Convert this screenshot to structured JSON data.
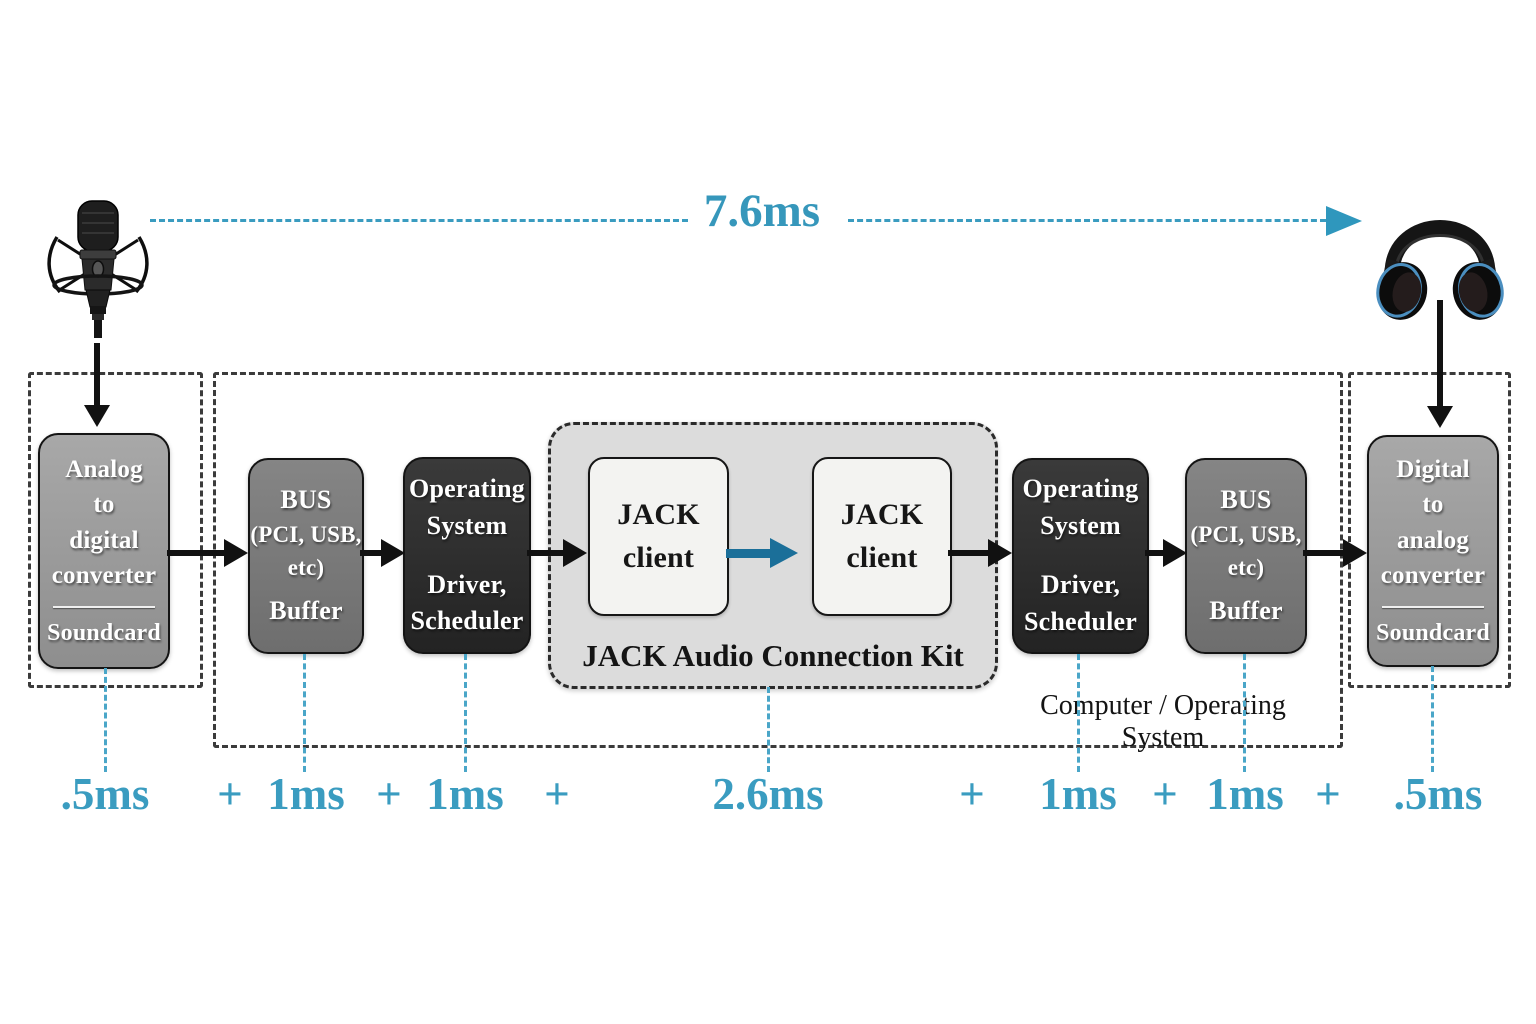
{
  "diagram": {
    "total_latency_label": "7.6ms",
    "computer_label": "Computer / Operating System",
    "plus": "+",
    "nodes": {
      "adc": {
        "lines": [
          "Analog",
          "to",
          "digital",
          "converter"
        ],
        "footer": "Soundcard",
        "latency": ".5ms"
      },
      "bus_in": {
        "lines": [
          "BUS",
          "(PCI, USB,",
          "etc)",
          "Buffer"
        ],
        "latency": "1ms"
      },
      "os_in": {
        "lines": [
          "Operating",
          "System",
          "Driver,",
          "Scheduler"
        ],
        "latency": "1ms"
      },
      "jack_kit": {
        "label": "JACK Audio Connection Kit",
        "client1": {
          "lines": [
            "JACK",
            "client"
          ]
        },
        "client2": {
          "lines": [
            "JACK",
            "client"
          ]
        },
        "latency": "2.6ms"
      },
      "os_out": {
        "lines": [
          "Operating",
          "System",
          "Driver,",
          "Scheduler"
        ],
        "latency": "1ms"
      },
      "bus_out": {
        "lines": [
          "BUS",
          "(PCI, USB,",
          "etc)",
          "Buffer"
        ],
        "latency": "1ms"
      },
      "dac": {
        "lines": [
          "Digital",
          "to",
          "analog",
          "converter"
        ],
        "footer": "Soundcard",
        "latency": ".5ms"
      }
    },
    "icons": {
      "microphone": "studio condenser microphone in shock mount",
      "headphones": "over-ear headphones"
    },
    "colors": {
      "accent_teal": "#3a9cc0",
      "jack_arrow_teal": "#1b6f99",
      "node_dark": "#2e2e2e",
      "node_gray": "#7c7c7c",
      "node_light_gray": "#9b9b9b",
      "kit_background": "#dcdcdc",
      "client_background": "#f3f3f1",
      "dashed_border": "#3b3b3b"
    }
  }
}
